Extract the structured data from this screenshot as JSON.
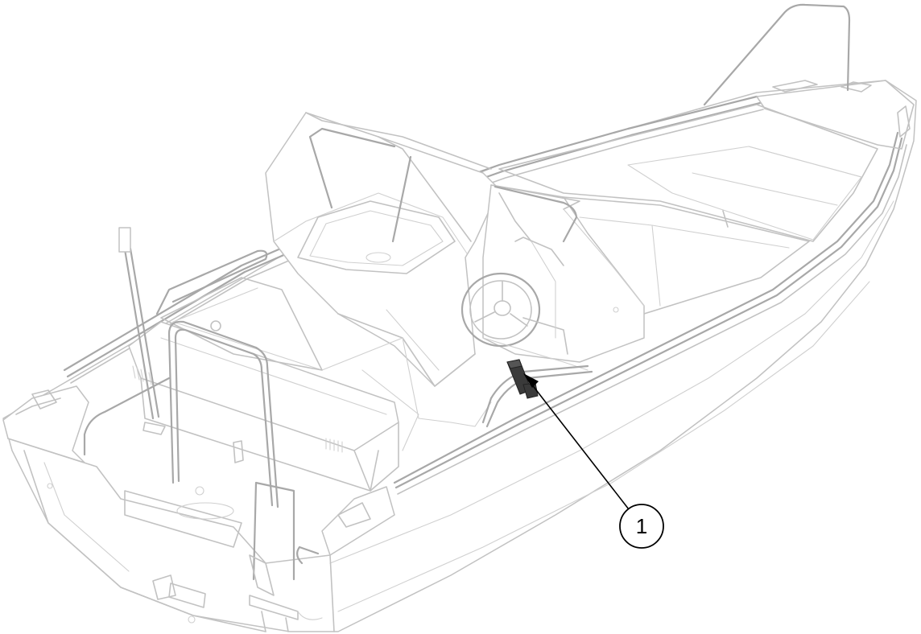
{
  "figure": {
    "subject": "boat-line-drawing",
    "callouts": [
      {
        "label": "1",
        "target": "highlighted-component"
      }
    ],
    "colors": {
      "line": "#c2c2c2",
      "highlight": "#3a3a3a",
      "callout": "#000000"
    }
  }
}
